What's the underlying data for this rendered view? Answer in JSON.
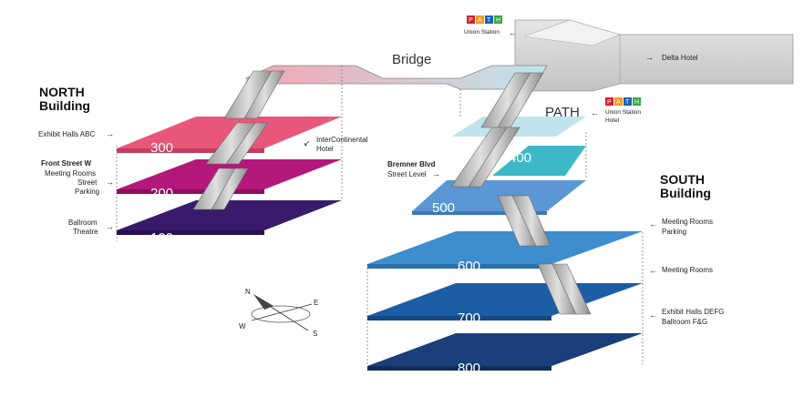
{
  "north": {
    "title_line1": "NORTH",
    "title_line2": "Building"
  },
  "south": {
    "title_line1": "SOUTH",
    "title_line2": "Building"
  },
  "levels": {
    "l100": "100",
    "l200": "200",
    "l300": "300",
    "l400": "400",
    "l500": "500",
    "l600": "600",
    "l700": "700",
    "l800": "800"
  },
  "labels": {
    "bridge": "Bridge",
    "path": "PATH",
    "exhibit_abc": "Exhibit Halls ABC",
    "front_street": "Front Street W",
    "north_meeting_1": "Meeting Rooms",
    "north_meeting_2": "Street",
    "north_meeting_3": "Parking",
    "ballroom_theatre_1": "Ballroom",
    "ballroom_theatre_2": "Theatre",
    "intercon_1": "InterContinental",
    "intercon_2": "Hotel",
    "bremner": "Bremner Blvd",
    "street_level": "Street Level",
    "union_station_top": "Union Station",
    "delta_hotel": "Delta Hotel",
    "union_station_path_1": "Union Station",
    "union_station_path_2": "Hotel",
    "south_meeting_parking_1": "Meeting Rooms",
    "south_meeting_parking_2": "Parking",
    "south_meeting_rooms": "Meeting Rooms",
    "exhibit_defg": "Exhibit Halls DEFG",
    "ballroom_fg": "Ballroom F&G"
  },
  "path_logo": [
    "P",
    "A",
    "T",
    "H"
  ],
  "compass": {
    "n": "N",
    "e": "E",
    "s": "S",
    "w": "W"
  },
  "colors": {
    "l100": "#3a1a6b",
    "l200": "#b3187a",
    "l300": "#e8577a",
    "l400": "#3cb8c7",
    "l500": "#5a97d4",
    "l600": "#3d8dcf",
    "l700": "#1c5ea5",
    "l800": "#1a3f7a",
    "bridge_start": "#f4a6b3",
    "bridge_end": "#bfe4ec"
  }
}
